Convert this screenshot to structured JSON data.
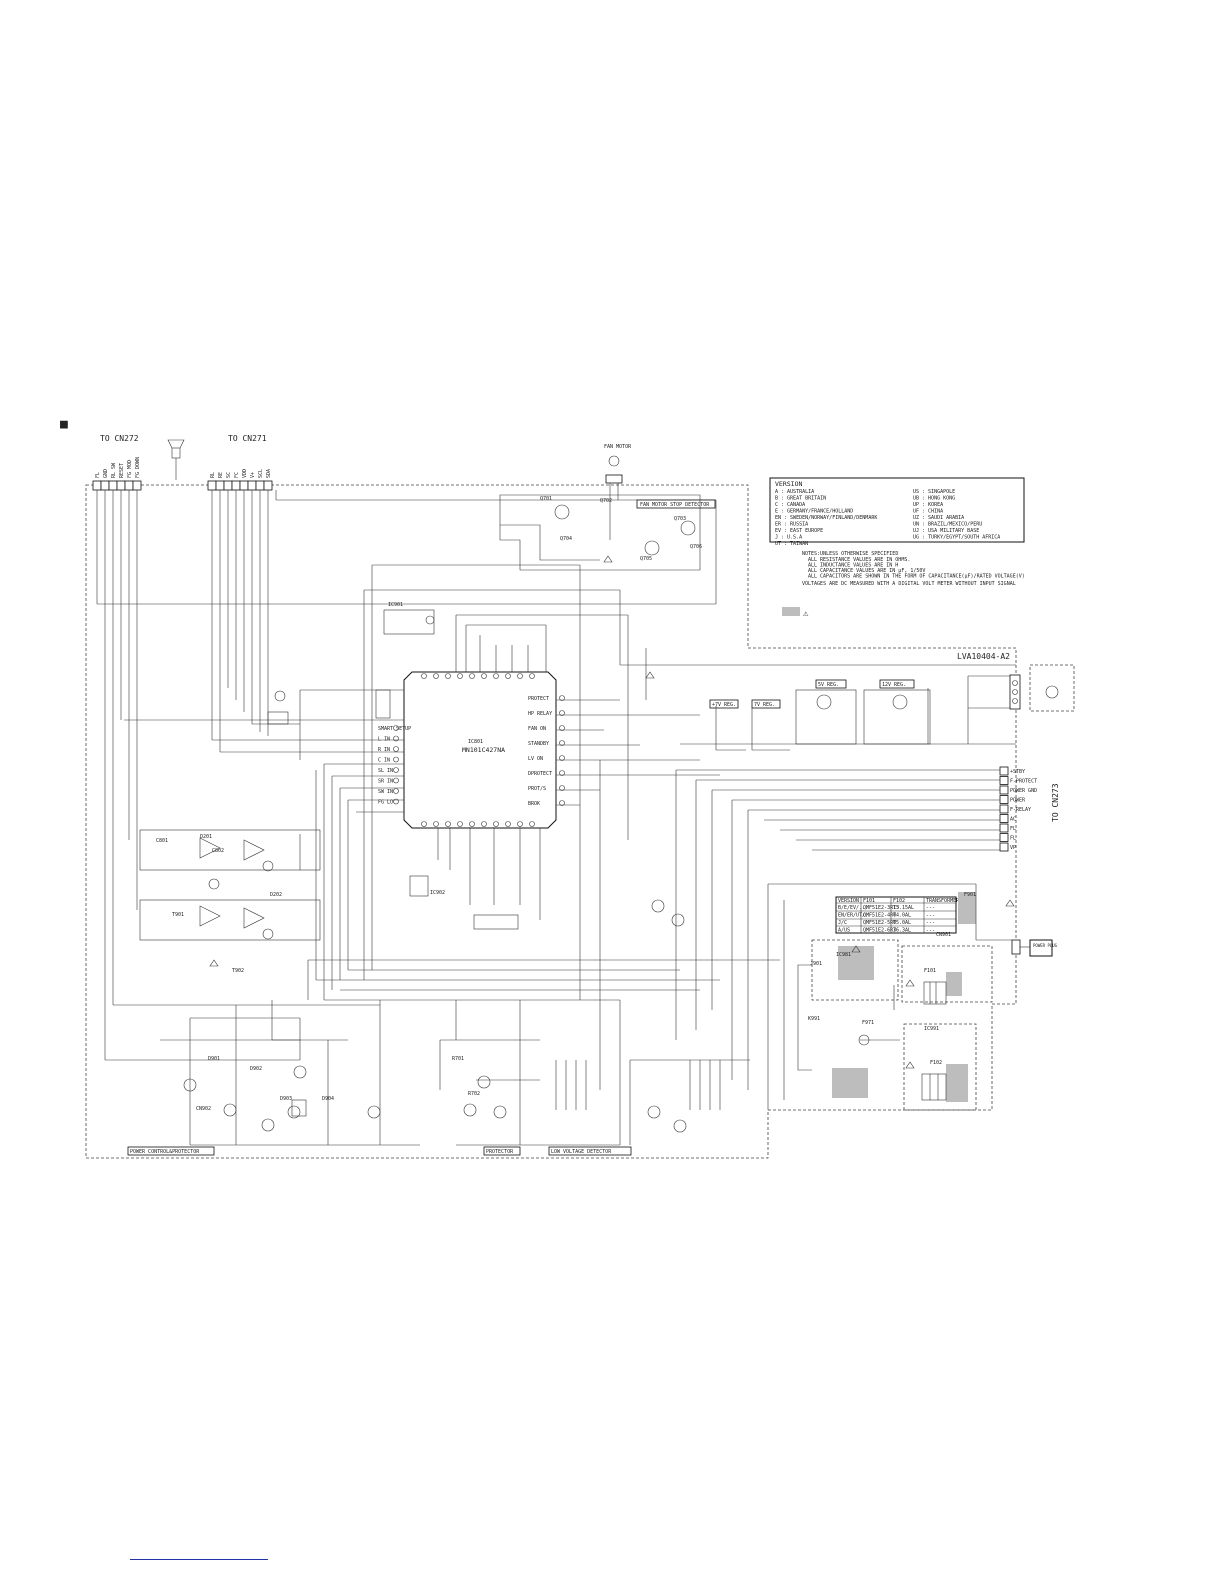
{
  "section_marker": "■",
  "connectors": {
    "left_title": "TO CN272",
    "mid_title": "TO CN271",
    "right_title": "TO CN273",
    "left_pins": [
      "FL",
      "GND",
      "RL SW",
      "RESET",
      "FG MOD",
      "FG DOWN"
    ],
    "mid_pins": [
      "RL",
      "RE",
      "SC",
      "FC",
      "VDD",
      "V+",
      "SCL",
      "SDA"
    ]
  },
  "fan_motor": {
    "title": "FAN MOTOR",
    "detector_label": "FAN MOTOR STOP DETECTOR"
  },
  "version_box": {
    "title": "VERSION",
    "left": [
      "A  :  AUSTRALIA",
      "B  :  GREAT BRITAIN",
      "C  :  CANADA",
      "E  :  GERMANY/FRANCE/HOLLAND",
      "EN :  SWEDEN/NORWAY/FINLAND/DENMARK",
      "ER :  RUSSIA",
      "EV :  EAST EUROPE",
      "J  :  U.S.A",
      "UT :  TAIWAN"
    ],
    "right": [
      "US : SINGAPOLE",
      "UB : HONG KONG",
      "UP : KOREA",
      "UF : CHINA",
      "UZ : SAUDI ARABIA",
      "UN : BRAZIL/MEXICO/PERU",
      "UJ : USA MILITARY BASE",
      "UG : TURKY/EGYPT/SOUTH AFRICA"
    ]
  },
  "notes": {
    "heading": "NOTES:UNLESS OTHERWISE SPECIFIED",
    "lines": [
      "ALL RESISTANCE VALUES ARE IN OHMS.",
      "ALL INDUCTANCE VALUES ARE IN H",
      "ALL CAPACITANCE VALUES ARE IN μF, 1/50V",
      "ALL CAPACITORS ARE SHOWN IN THE FORM OF CAPACITANCE(μF)/RATED VOLTAGE(V)"
    ],
    "voltage_note": "VOLTAGES ARE DC MEASURED WITH A DIGITAL VOLT METER WITHOUT INPUT SIGNAL",
    "safety_symbol": "⚠"
  },
  "board_id": "LVA10404-A2",
  "ic": {
    "ref": "IC801",
    "part": "MN101C427NA",
    "left_pins": [
      "SMART SETUP",
      "L IN",
      "R IN",
      "C IN",
      "SL IN",
      "SR IN",
      "SW IN",
      "FG LO"
    ],
    "right_pins": [
      "PROTECT",
      "HP RELAY",
      "FAN ON",
      "STANDBY",
      "LV ON",
      "DPROTECT",
      "PROT/S",
      "BROK"
    ]
  },
  "regulators": [
    "+7V REG.",
    "7V REG.",
    "5V REG.",
    "12V REG."
  ],
  "right_connector_pins": [
    "+STBY",
    "F-PROTECT",
    "POWER GND",
    "POWER",
    "F-RELAY",
    "AC",
    "FL",
    "FL",
    "VP"
  ],
  "power_plug": "POWER PLUG",
  "fuse_table": {
    "headers": [
      "VERSION",
      "F101",
      "F102",
      "TRANSFORMER"
    ],
    "rows": [
      [
        "B/E/EV/...",
        "QMF51E2-3R15",
        "T3.15AL",
        "---"
      ],
      [
        "EN/ER/UT/...",
        "QMF51E2-4R0",
        "T4.0AL",
        "---"
      ],
      [
        "J/C",
        "QMF51E2-5R0",
        "T5.0AL",
        "---"
      ],
      [
        "A/US",
        "QMF51E2-6R3",
        "T6.3AL",
        "---"
      ]
    ]
  },
  "section_labels": [
    "POWER CONTROL&PROTECTOR",
    "PROTECTOR",
    "LOW VOLTAGE DETECTOR"
  ],
  "component_refs": [
    "Q701",
    "Q702",
    "Q703",
    "Q704",
    "Q705",
    "Q706",
    "IC901",
    "IC902",
    "IC981",
    "IC991",
    "D201",
    "D202",
    "D901",
    "D902",
    "D903",
    "D904",
    "R701",
    "R702",
    "C801",
    "C802",
    "T901",
    "T902",
    "F101",
    "F102",
    "F901",
    "F971",
    "CN901",
    "CN902",
    "J901",
    "K991"
  ],
  "colors": {
    "wire": "#111111",
    "shaded_parts": "#bdbdbd",
    "background": "#ffffff",
    "link_line": "#2233aa"
  }
}
